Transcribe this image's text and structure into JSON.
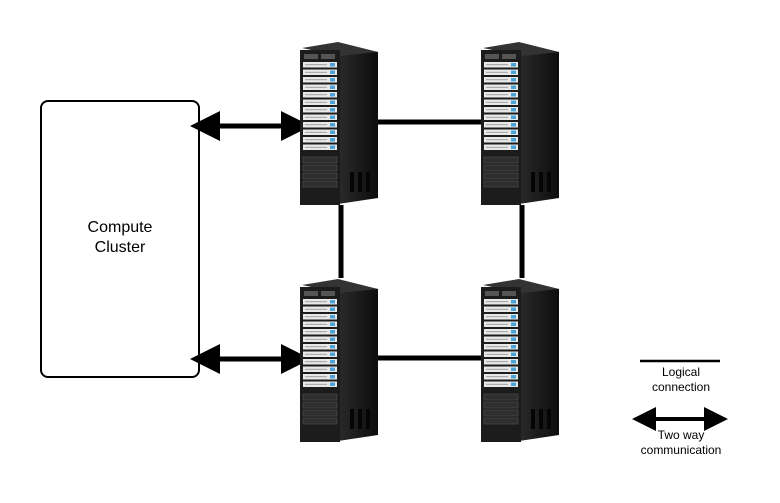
{
  "compute_cluster": {
    "line1": "Compute",
    "line2": "Cluster"
  },
  "servers": [
    {
      "name": "server-top-left"
    },
    {
      "name": "server-top-right"
    },
    {
      "name": "server-bottom-left"
    },
    {
      "name": "server-bottom-right"
    }
  ],
  "connections": {
    "two_way": [
      "cluster-to-server-top-left",
      "cluster-to-server-bottom-left"
    ],
    "logical": [
      "top-left-to-top-right",
      "bottom-left-to-bottom-right",
      "top-left-to-bottom-left",
      "top-right-to-bottom-right"
    ]
  },
  "legend": {
    "logical_line1": "Logical",
    "logical_line2": "connection",
    "two_way_line1": "Two way",
    "two_way_line2": "communication"
  },
  "colors": {
    "server_body": "#1c1c1c",
    "server_accent": "#4aa3d8",
    "line": "#000000"
  }
}
